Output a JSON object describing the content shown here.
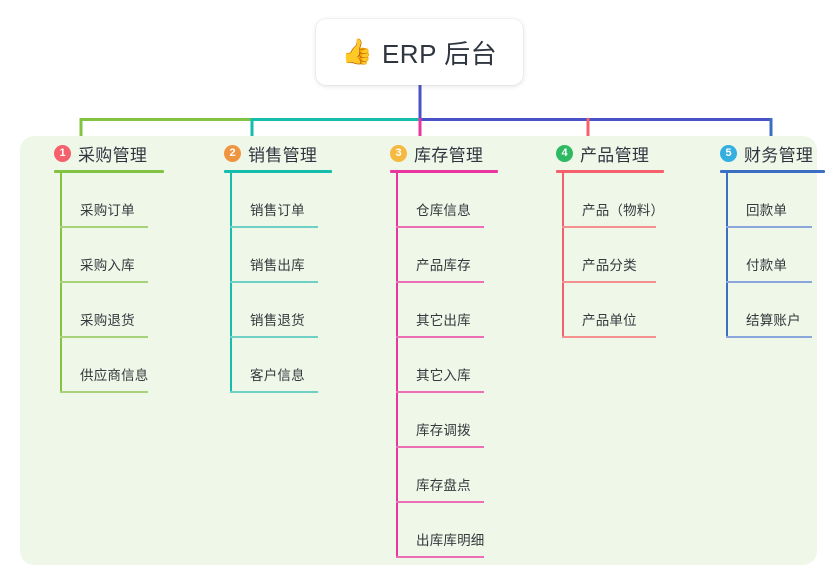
{
  "root": {
    "icon": "thumbs-up-icon",
    "emoji": "👍",
    "title": "ERP 后台"
  },
  "panel": {
    "background_color": "#eef7e8"
  },
  "columns": [
    {
      "number": "1",
      "title": "采购管理",
      "badge_color": "#f4606c",
      "line_color": "#82c341",
      "item_line_color": "#a8d27a",
      "items": [
        "采购订单",
        "采购入库",
        "采购退货",
        "供应商信息"
      ]
    },
    {
      "number": "2",
      "title": "销售管理",
      "badge_color": "#f0953f",
      "line_color": "#14bdac",
      "item_line_color": "#6fd0c6",
      "items": [
        "销售订单",
        "销售出库",
        "销售退货",
        "客户信息"
      ]
    },
    {
      "number": "3",
      "title": "库存管理",
      "badge_color": "#f5b940",
      "line_color": "#e8359f",
      "item_line_color": "#ec6fb5",
      "items": [
        "仓库信息",
        "产品库存",
        "其它出库",
        "其它入库",
        "库存调拨",
        "库存盘点",
        "出库库明细"
      ]
    },
    {
      "number": "4",
      "title": "产品管理",
      "badge_color": "#2eba62",
      "line_color": "#f4606c",
      "item_line_color": "#f4918f",
      "items": [
        "产品（物料）",
        "产品分类",
        "产品单位"
      ]
    },
    {
      "number": "5",
      "title": "财务管理",
      "badge_color": "#35aee0",
      "line_color": "#3b6fc4",
      "item_line_color": "#8aa6dd",
      "items": [
        "回款单",
        "付款单",
        "结算账户"
      ]
    }
  ],
  "connectors": {
    "trunk_color": "#4a52c8",
    "bus_segments": [
      {
        "color": "#82c341"
      },
      {
        "color": "#14bdac"
      },
      {
        "color": "#4a52c8"
      },
      {
        "color": "#4a52c8"
      }
    ]
  }
}
